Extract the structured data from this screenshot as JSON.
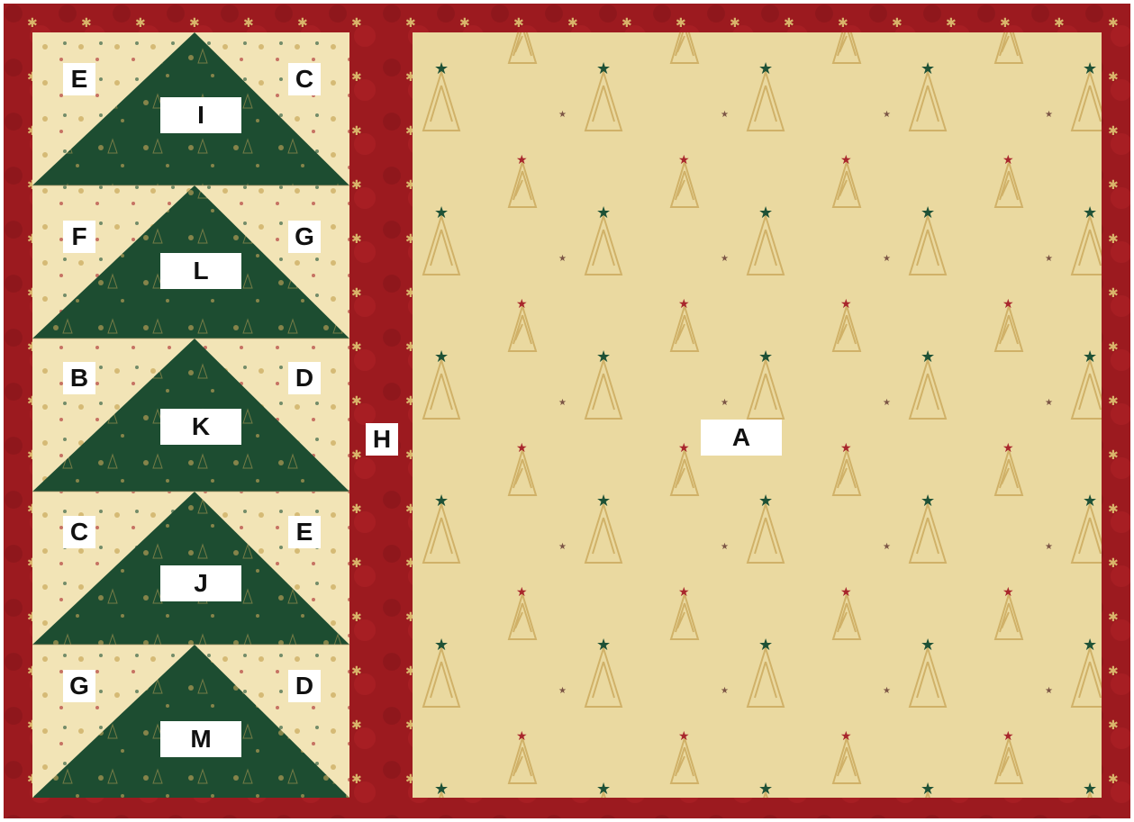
{
  "colors": {
    "border_red": "#9c1a1f",
    "border_red_dark": "#7f1016",
    "cream": "#ead9a0",
    "cream_light": "#f2e4b6",
    "gold": "#c9a85a",
    "green": "#1d4d31",
    "green_dark": "#143c25",
    "star_red": "#a8262c",
    "star_green": "#1e5136",
    "star_brown": "#7c5646"
  },
  "panels": {
    "main": "A",
    "sashing": "H"
  },
  "blocks": [
    {
      "left": "E",
      "center": "I",
      "right": "C"
    },
    {
      "left": "F",
      "center": "L",
      "right": "G"
    },
    {
      "left": "B",
      "center": "K",
      "right": "D"
    },
    {
      "left": "C",
      "center": "J",
      "right": "E"
    },
    {
      "left": "G",
      "center": "M",
      "right": "D"
    }
  ]
}
